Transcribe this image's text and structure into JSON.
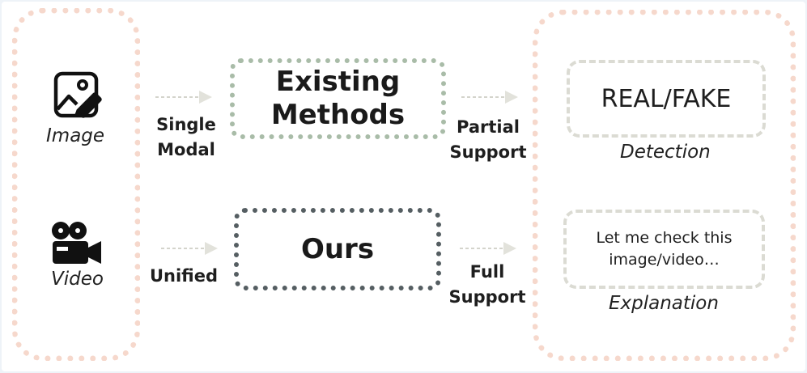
{
  "inputs": {
    "image_label": "Image",
    "video_label": "Video"
  },
  "connectors": {
    "single_modal_line1": "Single",
    "single_modal_line2": "Modal",
    "partial_support_line1": "Partial",
    "partial_support_line2": "Support",
    "unified": "Unified",
    "full_support_line1": "Full",
    "full_support_line2": "Support"
  },
  "methods": {
    "existing_line1": "Existing",
    "existing_line2": "Methods",
    "ours": "Ours"
  },
  "outputs": {
    "realfake": "REAL/FAKE",
    "detection_label": "Detection",
    "explain_line1": "Let me check this",
    "explain_line2": "image/video…",
    "explanation_label": "Explanation"
  },
  "colors": {
    "group_border": "#f6d8cc",
    "existing_border": "#a9bca8",
    "ours_border": "#555e62",
    "output_border": "#dbdbd3",
    "arrow": "#d4d4cc"
  },
  "icons": [
    "image-edit-icon",
    "video-camera-icon",
    "arrow-right-icon"
  ]
}
